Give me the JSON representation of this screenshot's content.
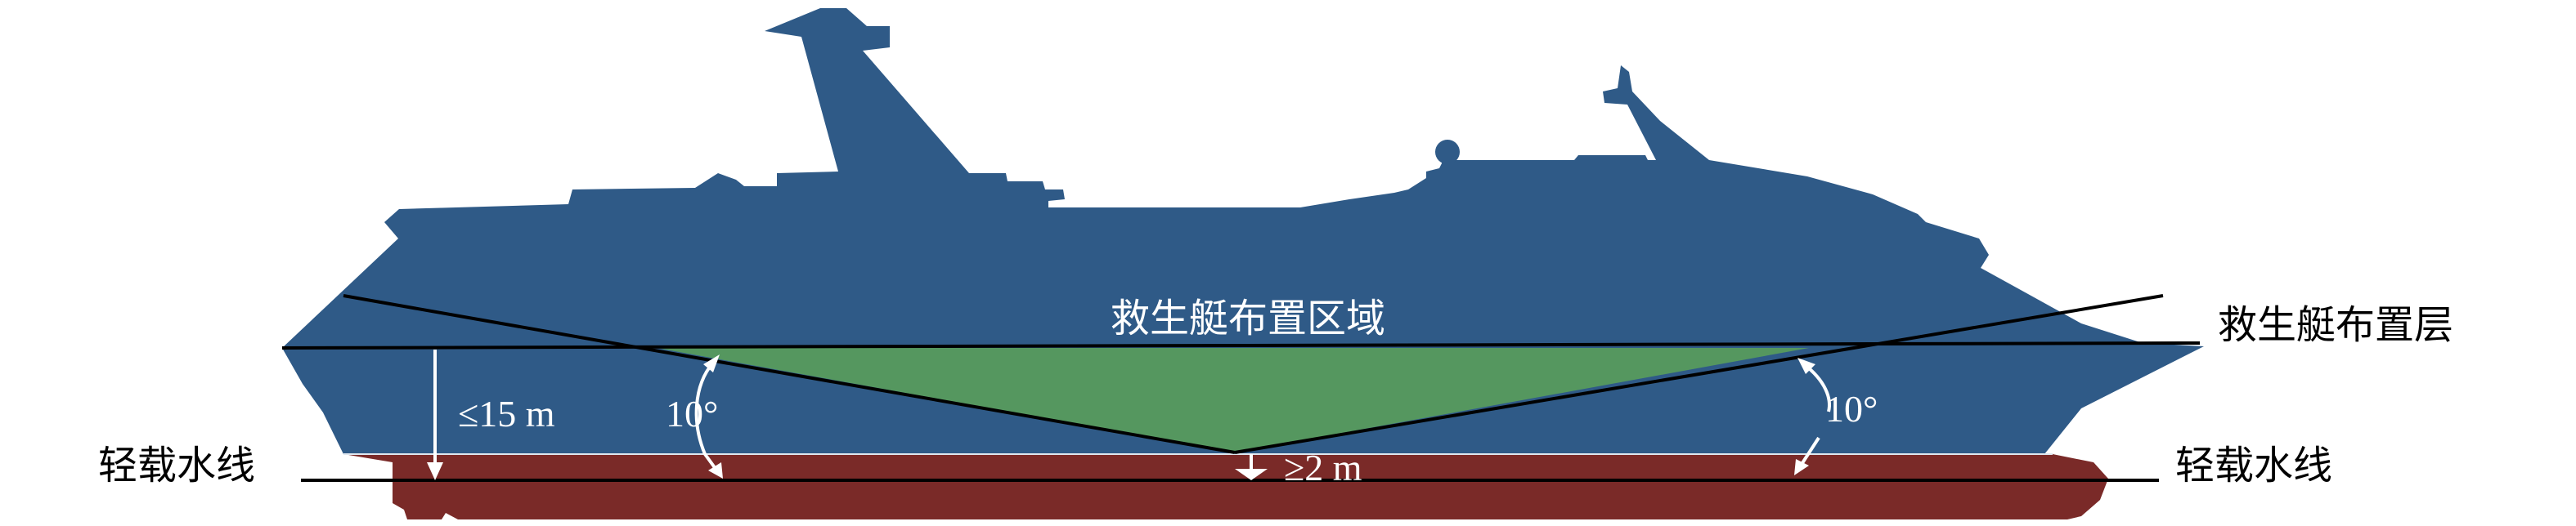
{
  "labels": {
    "zone": "救生艇布置区域",
    "deck_layer": "救生艇布置层",
    "waterline_left": "轻载水线",
    "waterline_right": "轻载水线",
    "height_limit": "≤15 m",
    "angle_left": "10°",
    "angle_right": "10°",
    "clearance": "≥2 m"
  },
  "colors": {
    "superstructure": "#2f5a87",
    "underwater_hull": "#7a2a28",
    "lifeboat_zone": "#55975f",
    "lines": "#000000",
    "annotation": "#ffffff"
  }
}
